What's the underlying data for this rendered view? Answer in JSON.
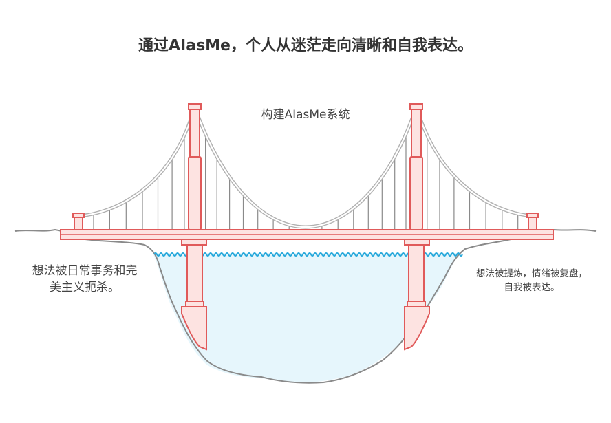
{
  "title": "通过AIasMe，个人从迷茫走向清晰和自我表达。",
  "bridge_label": "构建AIasMe系统",
  "left_bank": {
    "lines": [
      "想法被日常事务和完",
      "美主义扼杀。"
    ]
  },
  "right_bank": {
    "lines": [
      "想法被提炼，情绪被复盘，",
      "自我被表达。"
    ]
  },
  "colors": {
    "tower_stroke": "#e05a5a",
    "tower_fill": "#fde3e1",
    "cable": "#a0a0a0",
    "water_fill": "#e6f6fc",
    "water_line": "#29a9db",
    "ground": "#8a8a8a",
    "text": "#333333"
  }
}
